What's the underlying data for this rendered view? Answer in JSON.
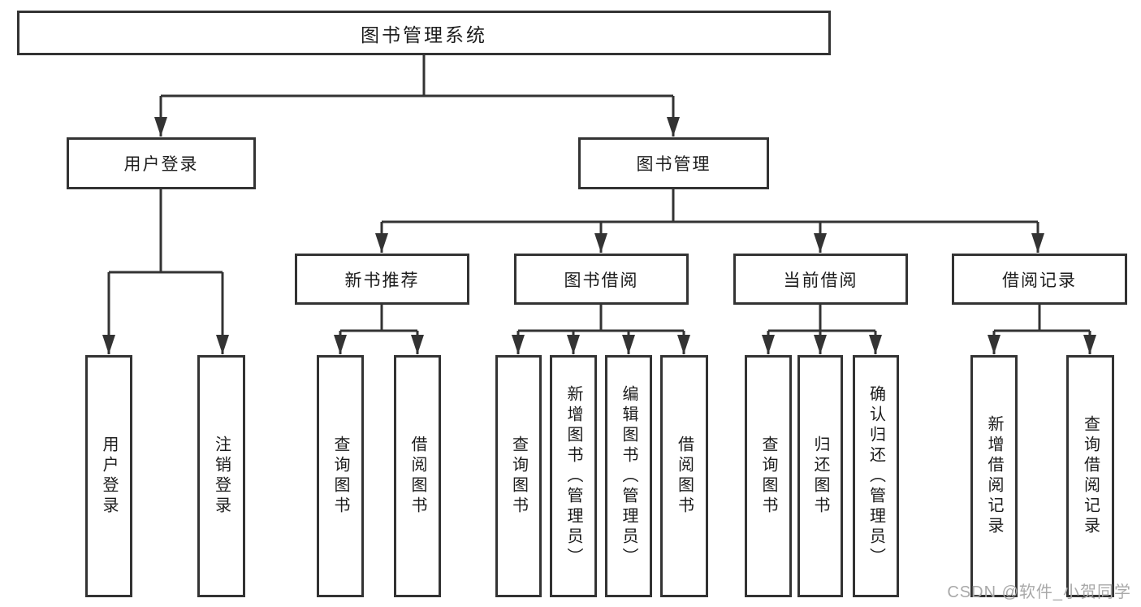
{
  "diagram": {
    "root": {
      "label": "图书管理系统"
    },
    "branches": [
      {
        "label": "用户登录",
        "children": [
          {
            "label": "用户登录"
          },
          {
            "label": "注销登录"
          }
        ]
      },
      {
        "label": "图书管理",
        "children": [
          {
            "label": "新书推荐",
            "children": [
              {
                "label": "查询图书"
              },
              {
                "label": "借阅图书"
              }
            ]
          },
          {
            "label": "图书借阅",
            "children": [
              {
                "label": "查询图书"
              },
              {
                "label": "新增图书（管理员）"
              },
              {
                "label": "编辑图书（管理员）"
              },
              {
                "label": "借阅图书"
              }
            ]
          },
          {
            "label": "当前借阅",
            "children": [
              {
                "label": "查询图书"
              },
              {
                "label": "归还图书"
              },
              {
                "label": "确认归还（管理员）"
              }
            ]
          },
          {
            "label": "借阅记录",
            "children": [
              {
                "label": "新增借阅记录"
              },
              {
                "label": "查询借阅记录"
              }
            ]
          }
        ]
      }
    ]
  },
  "colors": {
    "line": "#333333",
    "text": "#1c1c1c",
    "watermark": "#a9a9a9",
    "background": "#ffffff"
  },
  "watermark": "CSDN @软件_小贺同学"
}
